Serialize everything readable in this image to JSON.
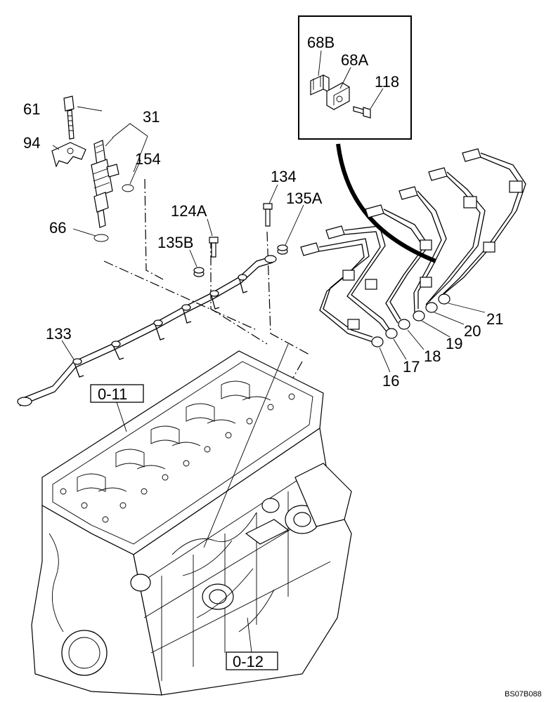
{
  "callouts": {
    "c61": "61",
    "c94": "94",
    "c31": "31",
    "c154": "154",
    "c66": "66",
    "c133": "133",
    "c124A": "124A",
    "c135B": "135B",
    "c134": "134",
    "c135A": "135A",
    "c68B": "68B",
    "c68A": "68A",
    "c118": "118",
    "c16": "16",
    "c17": "17",
    "c18": "18",
    "c19": "19",
    "c20": "20",
    "c21": "21"
  },
  "references": {
    "top": "0-11",
    "bottom": "0-12"
  },
  "drawing_code": "BS07B088"
}
